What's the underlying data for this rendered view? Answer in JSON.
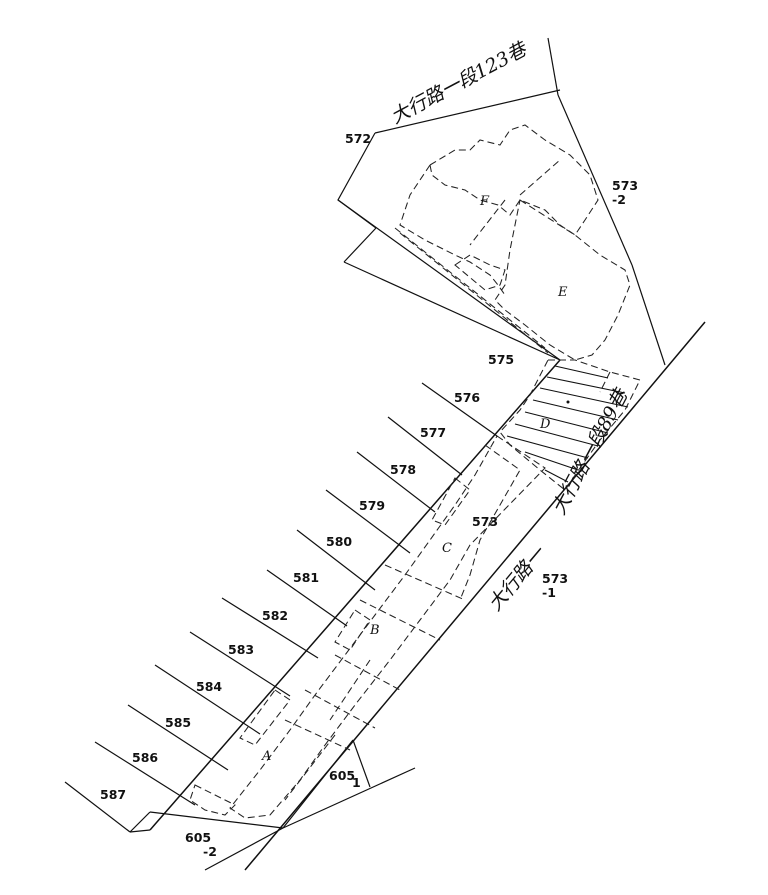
{
  "roads": {
    "north": "大行路一段123巷",
    "south_a": "大行路一段89巷",
    "south_b": "大行路一"
  },
  "lots": {
    "l572": "572",
    "l573_2": {
      "num": "573",
      "sub": "-2"
    },
    "l575": "575",
    "l576": "576",
    "l577": "577",
    "l578": "578",
    "l579": "579",
    "l573": "573",
    "l580": "580",
    "l581": "581",
    "l582": "582",
    "l573_1": {
      "num": "573",
      "sub": "-1"
    },
    "l583": "583",
    "l584": "584",
    "l585": "585",
    "l586": "586",
    "l587": "587",
    "l605_1": {
      "num": "605",
      "sub": "1"
    },
    "l605_2": {
      "num": "605",
      "sub": "-2"
    }
  },
  "blocks": {
    "F": "F",
    "E": "E",
    "D": "D",
    "C": "C",
    "B": "B",
    "A": "A"
  }
}
